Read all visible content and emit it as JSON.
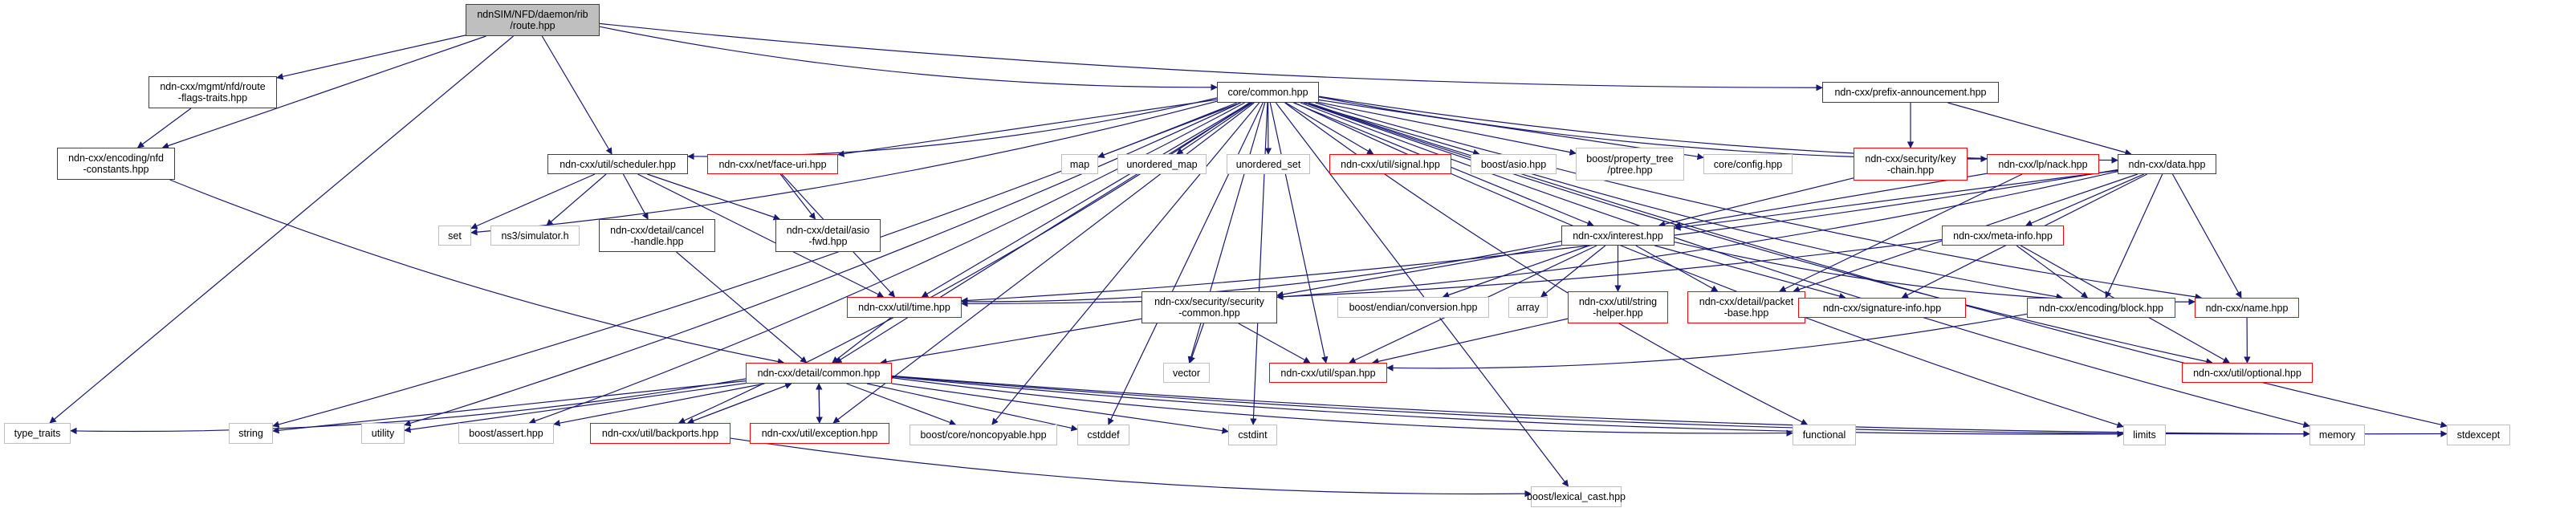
{
  "diagram": {
    "type": "include-dependency-graph",
    "colors": {
      "edge": "#191970",
      "root_fill": "#bfbfbf",
      "documented_border": "#404040",
      "incomplete_border": "#ff0000",
      "external_border": "#bfbfbf"
    },
    "nodes": [
      {
        "id": "root",
        "label": "ndnSIM/NFD/daemon/rib\n/route.hpp",
        "kind": "root"
      },
      {
        "id": "route_flags",
        "label": "ndn-cxx/mgmt/nfd/route\n-flags-traits.hpp",
        "kind": "doc"
      },
      {
        "id": "nfd_constants",
        "label": "ndn-cxx/encoding/nfd\n-constants.hpp",
        "kind": "doc"
      },
      {
        "id": "scheduler",
        "label": "ndn-cxx/util/scheduler.hpp",
        "kind": "doc"
      },
      {
        "id": "face_uri",
        "label": "ndn-cxx/net/face-uri.hpp",
        "kind": "red"
      },
      {
        "id": "core_common",
        "label": "core/common.hpp",
        "kind": "doc"
      },
      {
        "id": "prefix_ann",
        "label": "ndn-cxx/prefix-announcement.hpp",
        "kind": "doc"
      },
      {
        "id": "set",
        "label": "set",
        "kind": "std"
      },
      {
        "id": "ns3sim",
        "label": "ns3/simulator.h",
        "kind": "std"
      },
      {
        "id": "cancel_handle",
        "label": "ndn-cxx/detail/cancel\n-handle.hpp",
        "kind": "doc"
      },
      {
        "id": "asio_fwd",
        "label": "ndn-cxx/detail/asio\n-fwd.hpp",
        "kind": "doc"
      },
      {
        "id": "map",
        "label": "map",
        "kind": "std"
      },
      {
        "id": "unordered_map",
        "label": "unordered_map",
        "kind": "std"
      },
      {
        "id": "unordered_set",
        "label": "unordered_set",
        "kind": "std"
      },
      {
        "id": "signal",
        "label": "ndn-cxx/util/signal.hpp",
        "kind": "red"
      },
      {
        "id": "boost_asio",
        "label": "boost/asio.hpp",
        "kind": "std"
      },
      {
        "id": "ptree",
        "label": "boost/property_tree\n/ptree.hpp",
        "kind": "std"
      },
      {
        "id": "core_config",
        "label": "core/config.hpp",
        "kind": "std"
      },
      {
        "id": "key_chain",
        "label": "ndn-cxx/security/key\n-chain.hpp",
        "kind": "red"
      },
      {
        "id": "nack",
        "label": "ndn-cxx/lp/nack.hpp",
        "kind": "red"
      },
      {
        "id": "data",
        "label": "ndn-cxx/data.hpp",
        "kind": "doc"
      },
      {
        "id": "interest",
        "label": "ndn-cxx/interest.hpp",
        "kind": "doc"
      },
      {
        "id": "meta_info",
        "label": "ndn-cxx/meta-info.hpp",
        "kind": "red"
      },
      {
        "id": "time",
        "label": "ndn-cxx/util/time.hpp",
        "kind": "red"
      },
      {
        "id": "sec_common",
        "label": "ndn-cxx/security/security\n-common.hpp",
        "kind": "doc"
      },
      {
        "id": "endian",
        "label": "boost/endian/conversion.hpp",
        "kind": "std"
      },
      {
        "id": "array",
        "label": "array",
        "kind": "std"
      },
      {
        "id": "string_helper",
        "label": "ndn-cxx/util/string\n-helper.hpp",
        "kind": "red"
      },
      {
        "id": "packet_base",
        "label": "ndn-cxx/detail/packet\n-base.hpp",
        "kind": "red"
      },
      {
        "id": "signature_info",
        "label": "ndn-cxx/signature-info.hpp",
        "kind": "red"
      },
      {
        "id": "block",
        "label": "ndn-cxx/encoding/block.hpp",
        "kind": "red"
      },
      {
        "id": "name",
        "label": "ndn-cxx/name.hpp",
        "kind": "red"
      },
      {
        "id": "detail_common",
        "label": "ndn-cxx/detail/common.hpp",
        "kind": "red"
      },
      {
        "id": "vector",
        "label": "vector",
        "kind": "std"
      },
      {
        "id": "span",
        "label": "ndn-cxx/util/span.hpp",
        "kind": "red"
      },
      {
        "id": "optional",
        "label": "ndn-cxx/util/optional.hpp",
        "kind": "red"
      },
      {
        "id": "type_traits",
        "label": "type_traits",
        "kind": "std"
      },
      {
        "id": "string",
        "label": "string",
        "kind": "std"
      },
      {
        "id": "utility",
        "label": "utility",
        "kind": "std"
      },
      {
        "id": "boost_assert",
        "label": "boost/assert.hpp",
        "kind": "std"
      },
      {
        "id": "backports",
        "label": "ndn-cxx/util/backports.hpp",
        "kind": "red"
      },
      {
        "id": "exception",
        "label": "ndn-cxx/util/exception.hpp",
        "kind": "red"
      },
      {
        "id": "noncopyable",
        "label": "boost/core/noncopyable.hpp",
        "kind": "std"
      },
      {
        "id": "cstddef",
        "label": "cstddef",
        "kind": "std"
      },
      {
        "id": "cstdint",
        "label": "cstdint",
        "kind": "std"
      },
      {
        "id": "functional",
        "label": "functional",
        "kind": "std"
      },
      {
        "id": "limits",
        "label": "limits",
        "kind": "std"
      },
      {
        "id": "memory",
        "label": "memory",
        "kind": "std"
      },
      {
        "id": "stdexcept",
        "label": "stdexcept",
        "kind": "std"
      },
      {
        "id": "lexical_cast",
        "label": "boost/lexical_cast.hpp",
        "kind": "std"
      }
    ],
    "edges": [
      [
        "root",
        "route_flags"
      ],
      [
        "root",
        "nfd_constants"
      ],
      [
        "root",
        "scheduler"
      ],
      [
        "root",
        "core_common"
      ],
      [
        "root",
        "prefix_ann"
      ],
      [
        "root",
        "type_traits"
      ],
      [
        "route_flags",
        "nfd_constants"
      ],
      [
        "nfd_constants",
        "detail_common"
      ],
      [
        "scheduler",
        "set"
      ],
      [
        "scheduler",
        "ns3sim"
      ],
      [
        "scheduler",
        "cancel_handle"
      ],
      [
        "scheduler",
        "asio_fwd"
      ],
      [
        "scheduler",
        "time"
      ],
      [
        "face_uri",
        "asio_fwd"
      ],
      [
        "face_uri",
        "time"
      ],
      [
        "cancel_handle",
        "detail_common"
      ],
      [
        "core_common",
        "set"
      ],
      [
        "core_common",
        "scheduler"
      ],
      [
        "core_common",
        "face_uri"
      ],
      [
        "core_common",
        "map"
      ],
      [
        "core_common",
        "unordered_map"
      ],
      [
        "core_common",
        "unordered_set"
      ],
      [
        "core_common",
        "signal"
      ],
      [
        "core_common",
        "boost_asio"
      ],
      [
        "core_common",
        "ptree"
      ],
      [
        "core_common",
        "core_config"
      ],
      [
        "core_common",
        "nack"
      ],
      [
        "core_common",
        "data"
      ],
      [
        "core_common",
        "interest"
      ],
      [
        "core_common",
        "time"
      ],
      [
        "core_common",
        "detail_common"
      ],
      [
        "core_common",
        "vector"
      ],
      [
        "core_common",
        "string"
      ],
      [
        "core_common",
        "utility"
      ],
      [
        "core_common",
        "boost_assert"
      ],
      [
        "core_common",
        "backports"
      ],
      [
        "core_common",
        "exception"
      ],
      [
        "core_common",
        "noncopyable"
      ],
      [
        "core_common",
        "cstddef"
      ],
      [
        "core_common",
        "cstdint"
      ],
      [
        "core_common",
        "functional"
      ],
      [
        "core_common",
        "limits"
      ],
      [
        "core_common",
        "memory"
      ],
      [
        "core_common",
        "stdexcept"
      ],
      [
        "core_common",
        "optional"
      ],
      [
        "core_common",
        "name"
      ],
      [
        "core_common",
        "block"
      ],
      [
        "core_common",
        "span"
      ],
      [
        "core_common",
        "lexical_cast"
      ],
      [
        "prefix_ann",
        "key_chain"
      ],
      [
        "prefix_ann",
        "data"
      ],
      [
        "key_chain",
        "interest"
      ],
      [
        "nack",
        "interest"
      ],
      [
        "nack",
        "packet_base"
      ],
      [
        "data",
        "interest"
      ],
      [
        "data",
        "meta_info"
      ],
      [
        "data",
        "block"
      ],
      [
        "data",
        "name"
      ],
      [
        "data",
        "packet_base"
      ],
      [
        "data",
        "signature_info"
      ],
      [
        "data",
        "sec_common"
      ],
      [
        "data",
        "time"
      ],
      [
        "interest",
        "sec_common"
      ],
      [
        "interest",
        "endian"
      ],
      [
        "interest",
        "array"
      ],
      [
        "interest",
        "string_helper"
      ],
      [
        "interest",
        "packet_base"
      ],
      [
        "interest",
        "signature_info"
      ],
      [
        "interest",
        "name"
      ],
      [
        "interest",
        "time"
      ],
      [
        "interest",
        "span"
      ],
      [
        "meta_info",
        "time"
      ],
      [
        "meta_info",
        "block"
      ],
      [
        "meta_info",
        "optional"
      ],
      [
        "time",
        "detail_common"
      ],
      [
        "sec_common",
        "vector"
      ],
      [
        "sec_common",
        "span"
      ],
      [
        "sec_common",
        "detail_common"
      ],
      [
        "string_helper",
        "span"
      ],
      [
        "block",
        "span"
      ],
      [
        "name",
        "optional"
      ],
      [
        "detail_common",
        "type_traits"
      ],
      [
        "detail_common",
        "string"
      ],
      [
        "detail_common",
        "utility"
      ],
      [
        "detail_common",
        "boost_assert"
      ],
      [
        "detail_common",
        "backports"
      ],
      [
        "detail_common",
        "exception"
      ],
      [
        "detail_common",
        "noncopyable"
      ],
      [
        "detail_common",
        "cstddef"
      ],
      [
        "detail_common",
        "cstdint"
      ],
      [
        "detail_common",
        "functional"
      ],
      [
        "detail_common",
        "limits"
      ],
      [
        "detail_common",
        "memory"
      ],
      [
        "detail_common",
        "stdexcept"
      ],
      [
        "backports",
        "detail_common"
      ],
      [
        "exception",
        "detail_common"
      ],
      [
        "backports",
        "lexical_cast"
      ]
    ]
  }
}
